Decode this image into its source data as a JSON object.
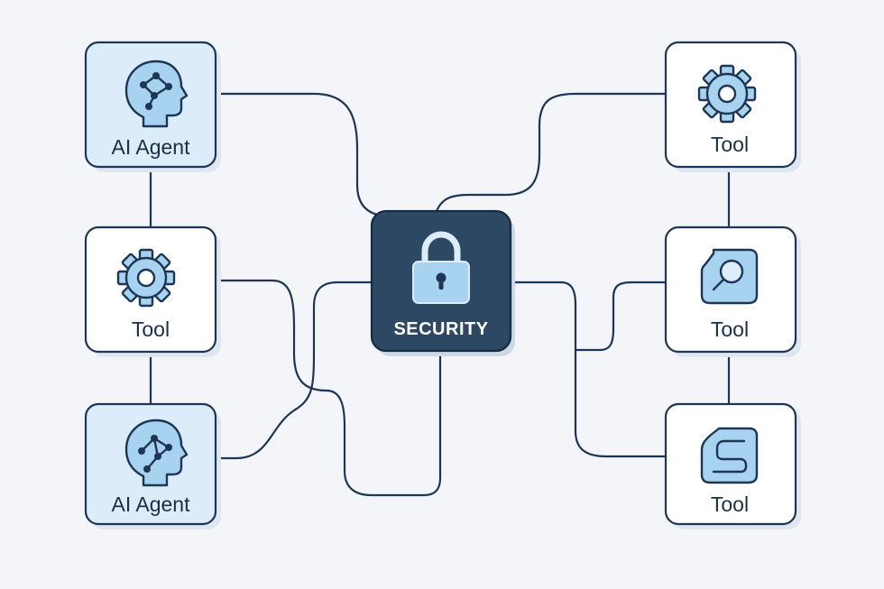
{
  "diagram": {
    "colors": {
      "background": "#f3f5f9",
      "line": "#1c3654",
      "agent_fill": "#dcecf8",
      "tool_fill": "#ffffff",
      "security_fill": "#2c4863",
      "icon_fill": "#a7d2f0"
    },
    "nodes": {
      "agent_top": {
        "label": "AI Agent",
        "icon": "brain-network-icon"
      },
      "tool_left": {
        "label": "Tool",
        "icon": "gear-icon"
      },
      "agent_bottom": {
        "label": "AI Agent",
        "icon": "brain-network-icon"
      },
      "security": {
        "label": "SECURITY",
        "icon": "padlock-icon"
      },
      "tool_right_top": {
        "label": "Tool",
        "icon": "gear-icon"
      },
      "tool_right_mid": {
        "label": "Tool",
        "icon": "magnifier-card-icon"
      },
      "tool_right_bottom": {
        "label": "Tool",
        "icon": "s-card-icon"
      }
    }
  }
}
